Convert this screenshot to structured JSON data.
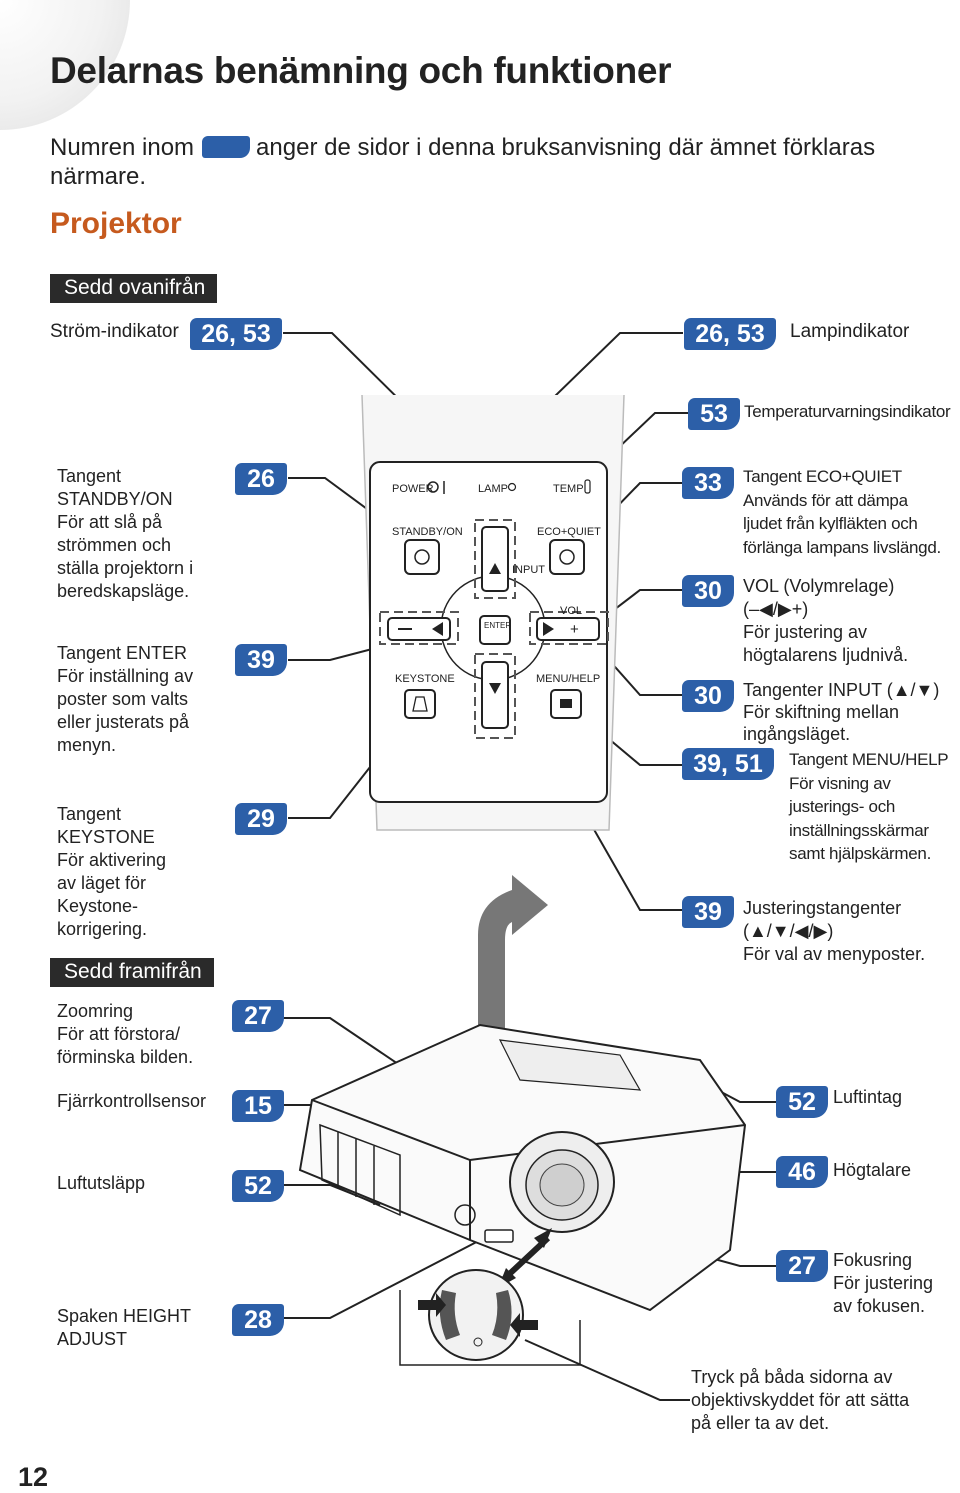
{
  "page": {
    "title": "Delarnas benämning och funktioner",
    "intro_before": "Numren inom",
    "intro_after": "anger de sidor i denna bruksanvisning där ämnet förklaras närmare.",
    "section": "Projektor",
    "page_number": "12"
  },
  "colors": {
    "badge": "#2c5fa8",
    "section": "#c65a1e",
    "header_bg": "#2a2a2a"
  },
  "headers": {
    "top_view": "Sedd ovanifrån",
    "front_view": "Sedd framifrån"
  },
  "callouts": {
    "power_indicator": {
      "label": "Ström-indikator",
      "pages": "26, 53"
    },
    "lamp_indicator": {
      "label": "Lampindikator",
      "pages": "26, 53"
    },
    "temp_indicator": {
      "label": "Temperaturvarningsindikator",
      "pages": "53"
    },
    "standby": {
      "pages": "26",
      "lines": [
        "Tangent",
        "STANDBY/ON",
        "För att slå på",
        "strömmen och",
        "ställa projektorn i",
        "beredskapsläge."
      ]
    },
    "enter": {
      "pages": "39",
      "lines": [
        "Tangent ENTER",
        "För inställning av",
        "poster som valts",
        "eller justerats på",
        "menyn."
      ]
    },
    "keystone": {
      "pages": "29",
      "lines": [
        "Tangent",
        "KEYSTONE",
        "För aktivering",
        "av läget för",
        "Keystone-",
        "korrigering."
      ]
    },
    "eco": {
      "pages": "33",
      "lines": [
        "Tangent ECO+QUIET",
        "Används för att dämpa",
        "ljudet från kylfläkten och",
        "förlänga lampans livslängd."
      ]
    },
    "vol": {
      "pages": "30",
      "lines": [
        "VOL (Volymrelage)",
        "(–◀/▶+)",
        "För justering av",
        "högtalarens ljudnivå."
      ]
    },
    "input": {
      "pages": "30",
      "lines": [
        "Tangenter INPUT (▲/▼)",
        "För skiftning mellan",
        "ingångsläget."
      ]
    },
    "menu": {
      "pages": "39, 51",
      "lines": [
        "Tangent MENU/HELP",
        "För visning av",
        "justerings- och",
        "inställningsskärmar",
        "samt hjälpskärmen."
      ]
    },
    "adjust": {
      "pages": "39",
      "lines": [
        "Justeringstangenter",
        "(▲/▼/◀/▶)",
        "För val av menyposter."
      ]
    },
    "zoom": {
      "pages": "27",
      "lines": [
        "Zoomring",
        "För att förstora/",
        "förminska bilden."
      ]
    },
    "remote_sensor": {
      "label": "Fjärrkontrollsensor",
      "pages": "15"
    },
    "exhaust": {
      "label": "Luftutsläpp",
      "pages": "52"
    },
    "height": {
      "pages": "28",
      "lines": [
        "Spaken HEIGHT",
        "ADJUST"
      ]
    },
    "intake": {
      "label": "Luftintag",
      "pages": "52"
    },
    "speaker": {
      "label": "Högtalare",
      "pages": "46"
    },
    "focus": {
      "pages": "27",
      "lines": [
        "Fokusring",
        "För justering",
        "av fokusen."
      ]
    },
    "lens_cap": {
      "lines": [
        "Tryck på båda sidorna av",
        "objektivskyddet för att sätta",
        "på eller ta av det."
      ]
    }
  },
  "panel": {
    "power": "POWER",
    "lamp": "LAMP",
    "temp": "TEMP",
    "standby": "STANDBY/ON",
    "eco": "ECO+QUIET",
    "input": "INPUT",
    "vol": "VOL",
    "enter": "ENTER",
    "keystone": "KEYSTONE",
    "menu": "MENU/HELP"
  }
}
